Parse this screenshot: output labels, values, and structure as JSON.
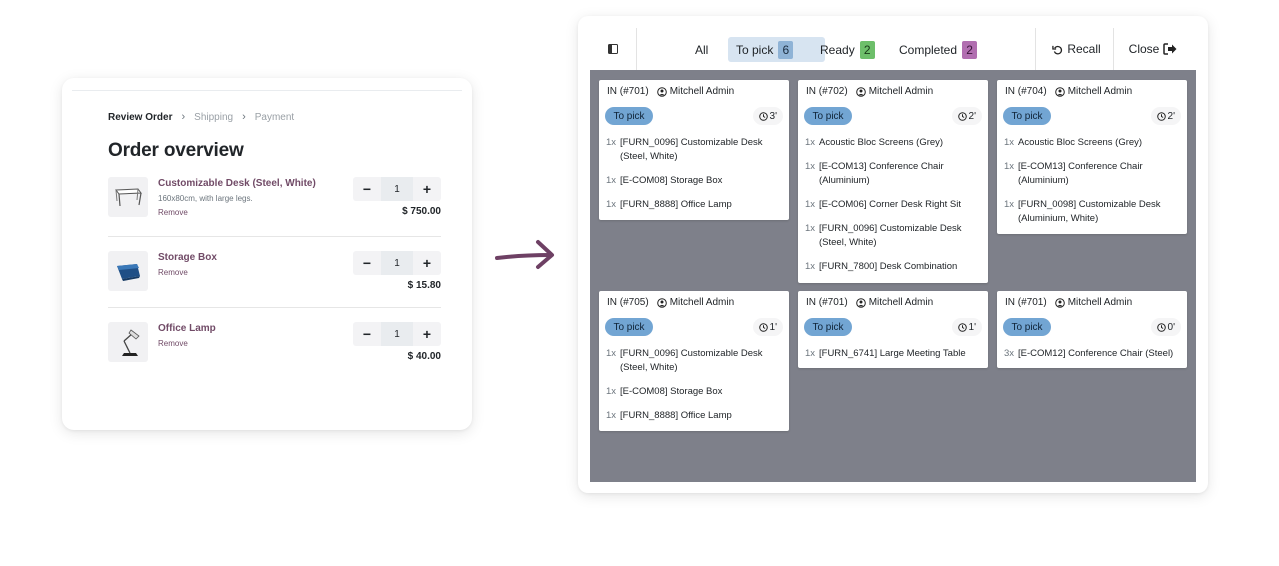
{
  "order": {
    "breadcrumb": {
      "step1": "Review Order",
      "step2": "Shipping",
      "step3": "Payment"
    },
    "title": "Order overview",
    "lines": [
      {
        "name": "Customizable Desk (Steel, White)",
        "description": "160x80cm, with large legs.",
        "remove": "Remove",
        "qty": "1",
        "price": "$ 750.00"
      },
      {
        "name": "Storage Box",
        "description": "",
        "remove": "Remove",
        "qty": "1",
        "price": "$ 15.80"
      },
      {
        "name": "Office Lamp",
        "description": "",
        "remove": "Remove",
        "qty": "1",
        "price": "$ 40.00"
      }
    ],
    "minus": "−",
    "plus": "+",
    "accent_color": "#714b67"
  },
  "kanban": {
    "tabs": {
      "all": "All",
      "to_pick": "To pick",
      "to_pick_count": "6",
      "ready": "Ready",
      "ready_count": "2",
      "completed": "Completed",
      "completed_count": "2"
    },
    "recall": "Recall",
    "close": "Close",
    "cards": [
      {
        "ref": "IN (#701)",
        "user": "Mitchell Admin",
        "status": "To pick",
        "timer": "3'",
        "lines": [
          {
            "qty": "1x",
            "name": "[FURN_0096] Customizable Desk (Steel, White)"
          },
          {
            "qty": "1x",
            "name": "[E-COM08] Storage Box"
          },
          {
            "qty": "1x",
            "name": "[FURN_8888] Office Lamp"
          }
        ]
      },
      {
        "ref": "IN (#702)",
        "user": "Mitchell Admin",
        "status": "To pick",
        "timer": "2'",
        "lines": [
          {
            "qty": "1x",
            "name": "Acoustic Bloc Screens (Grey)"
          },
          {
            "qty": "1x",
            "name": "[E-COM13] Conference Chair (Aluminium)"
          },
          {
            "qty": "1x",
            "name": "[E-COM06] Corner Desk Right Sit"
          },
          {
            "qty": "1x",
            "name": "[FURN_0096] Customizable Desk (Steel, White)"
          },
          {
            "qty": "1x",
            "name": "[FURN_7800] Desk Combination"
          }
        ]
      },
      {
        "ref": "IN (#704)",
        "user": "Mitchell Admin",
        "status": "To pick",
        "timer": "2'",
        "lines": [
          {
            "qty": "1x",
            "name": "Acoustic Bloc Screens (Grey)"
          },
          {
            "qty": "1x",
            "name": "[E-COM13] Conference Chair (Aluminium)"
          },
          {
            "qty": "1x",
            "name": "[FURN_0098] Customizable Desk (Aluminium, White)"
          }
        ]
      },
      {
        "ref": "IN (#705)",
        "user": "Mitchell Admin",
        "status": "To pick",
        "timer": "1'",
        "lines": [
          {
            "qty": "1x",
            "name": "[FURN_0096] Customizable Desk (Steel, White)"
          },
          {
            "qty": "1x",
            "name": "[E-COM08] Storage Box"
          },
          {
            "qty": "1x",
            "name": "[FURN_8888] Office Lamp"
          }
        ]
      },
      {
        "ref": "IN (#701)",
        "user": "Mitchell Admin",
        "status": "To pick",
        "timer": "1'",
        "lines": [
          {
            "qty": "1x",
            "name": "[FURN_6741] Large Meeting Table"
          }
        ]
      },
      {
        "ref": "IN (#701)",
        "user": "Mitchell Admin",
        "status": "To pick",
        "timer": "0'",
        "lines": [
          {
            "qty": "3x",
            "name": "[E-COM12] Conference Chair (Steel)"
          }
        ]
      }
    ],
    "board_color": "#7e808a",
    "status_color": "#72a5d3"
  }
}
